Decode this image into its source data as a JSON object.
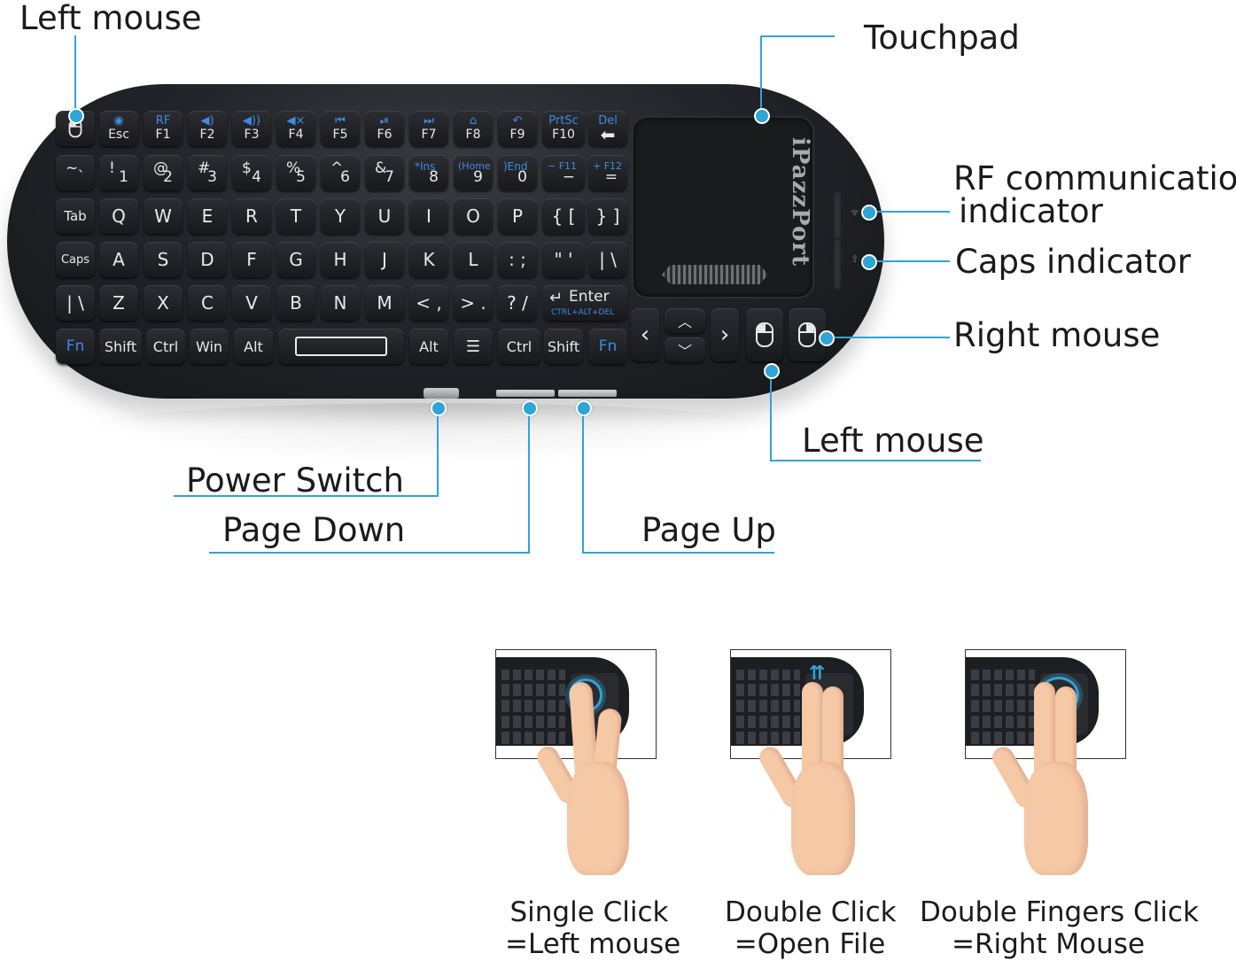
{
  "callouts": {
    "left_mouse_top": "Left mouse",
    "touchpad": "Touchpad",
    "rf_line1": "RF communication",
    "rf_line2": "indicator",
    "caps_indicator": "Caps indicator",
    "right_mouse": "Right mouse",
    "left_mouse_bottom": "Left mouse",
    "power_switch": "Power Switch",
    "page_down": "Page Down",
    "page_up": "Page Up"
  },
  "brand": "iPazzPort",
  "keyboard": {
    "row_function": [
      {
        "top": "",
        "bottom": "Esc"
      },
      {
        "top": "RF",
        "bottom": "F1"
      },
      {
        "top": "",
        "bottom": "F2"
      },
      {
        "top": "",
        "bottom": "F3"
      },
      {
        "top": "",
        "bottom": "F4"
      },
      {
        "top": "",
        "bottom": "F5"
      },
      {
        "top": "",
        "bottom": "F6"
      },
      {
        "top": "",
        "bottom": "F7"
      },
      {
        "top": "",
        "bottom": "F8"
      },
      {
        "top": "",
        "bottom": "F9"
      },
      {
        "top": "PrtSc",
        "bottom": "F10"
      },
      {
        "top": "Del",
        "bottom": ""
      }
    ],
    "row_numbers": [
      {
        "tl": "~",
        "br": "`"
      },
      {
        "tl": "!",
        "br": "1"
      },
      {
        "tl": "@",
        "br": "2"
      },
      {
        "tl": "#",
        "br": "3"
      },
      {
        "tl": "$",
        "br": "4"
      },
      {
        "tl": "%",
        "br": "5"
      },
      {
        "tl": "^",
        "br": "6"
      },
      {
        "tl": "&",
        "br": "7"
      },
      {
        "tl": "*Ins",
        "br": "8"
      },
      {
        "tl": "(Home",
        "br": "9"
      },
      {
        "tl": ")End",
        "br": "0"
      },
      {
        "tl": "− F11",
        "br": "−"
      },
      {
        "tl": "+ F12",
        "br": "="
      }
    ],
    "row_q": [
      "Tab",
      "Q",
      "W",
      "E",
      "R",
      "T",
      "Y",
      "U",
      "I",
      "O",
      "P",
      "{ [",
      "} ]"
    ],
    "row_a": [
      "Caps",
      "A",
      "S",
      "D",
      "F",
      "G",
      "H",
      "J",
      "K",
      "L",
      ": ;",
      "\" '",
      "| \\"
    ],
    "row_z": [
      "| \\",
      "Z",
      "X",
      "C",
      "V",
      "B",
      "N",
      "M",
      "< ,",
      "> .",
      "? /"
    ],
    "enter": {
      "label": "Enter",
      "sub": "CTRL+ALT+DEL"
    },
    "row_bottom": {
      "fn_left": "Fn",
      "shift_left": "Shift",
      "ctrl_left": "Ctrl",
      "win": "Win",
      "alt_left": "Alt",
      "alt_right": "Alt",
      "ctrl_right": "Ctrl",
      "shift_right": "Shift",
      "fn_right": "Fn"
    },
    "arrows": {
      "left": "‹",
      "up": "︿",
      "down": "﹀",
      "right": "›"
    }
  },
  "gestures": [
    {
      "line1": "Single Click",
      "line2": "=Left mouse"
    },
    {
      "line1": "Double Click",
      "line2": "=Open File"
    },
    {
      "line1": "Double Fingers Click",
      "line2": "=Right Mouse"
    }
  ],
  "colors": {
    "accent": "#2fa4d6",
    "fn_blue": "#3f8be2",
    "keyboard": "#1c1d21"
  }
}
